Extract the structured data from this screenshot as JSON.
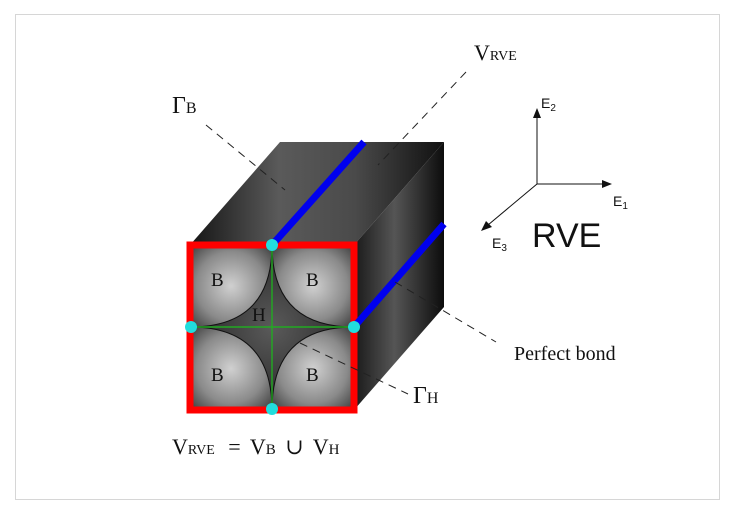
{
  "diagram": {
    "labels": {
      "v_rve_main": "V",
      "v_rve_sub": "RVE",
      "gamma_b_main": "Γ",
      "gamma_b_sub": "B",
      "gamma_h_main": "Γ",
      "gamma_h_sub": "H",
      "perfect_bond": "Perfect bond",
      "rve": "RVE",
      "axis_e1_main": "E",
      "axis_e1_sub": "1",
      "axis_e2_main": "E",
      "axis_e2_sub": "2",
      "axis_e3_main": "E",
      "axis_e3_sub": "3",
      "region_b": "B",
      "region_h": "H"
    },
    "equation": {
      "v1": "V",
      "v1_sub": "RVE",
      "eq": "=",
      "v2": "V",
      "v2_sub": "B",
      "union": "∪",
      "v3": "V",
      "v3_sub": "H"
    },
    "colors": {
      "boundary": "#ff0000",
      "bond_line": "#0000ee",
      "node": "#22dddd",
      "grid_line": "#22aa22"
    }
  }
}
